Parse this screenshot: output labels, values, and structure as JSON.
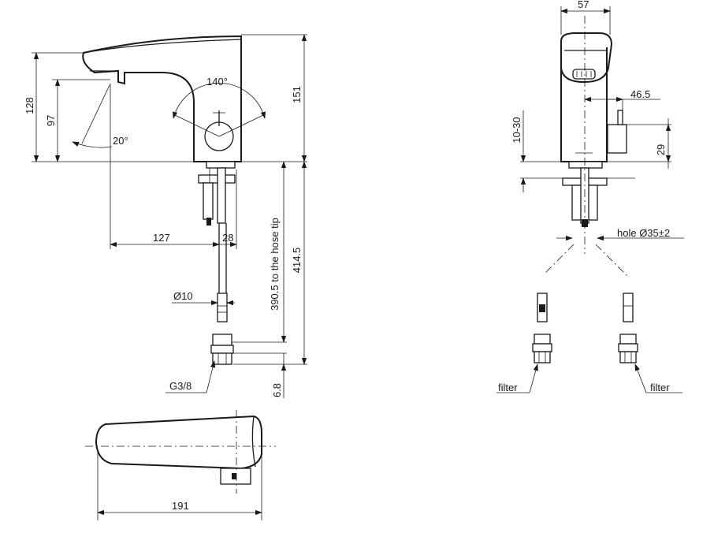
{
  "labels": {
    "h128": "128",
    "h97": "97",
    "h151": "151",
    "ang140": "140°",
    "ang20": "20°",
    "w127": "127",
    "w28": "28",
    "dim390": "390.5 to the hose tip",
    "dim414": "414.5",
    "dia10": "Ø10",
    "g38": "G3/8",
    "dim68": "6.8",
    "w191": "191",
    "w57": "57",
    "d465": "46.5",
    "d1030": "10-30",
    "d29": "29",
    "hole": "hole Ø35±2",
    "filter_left": "filter",
    "filter_right": "filter"
  }
}
